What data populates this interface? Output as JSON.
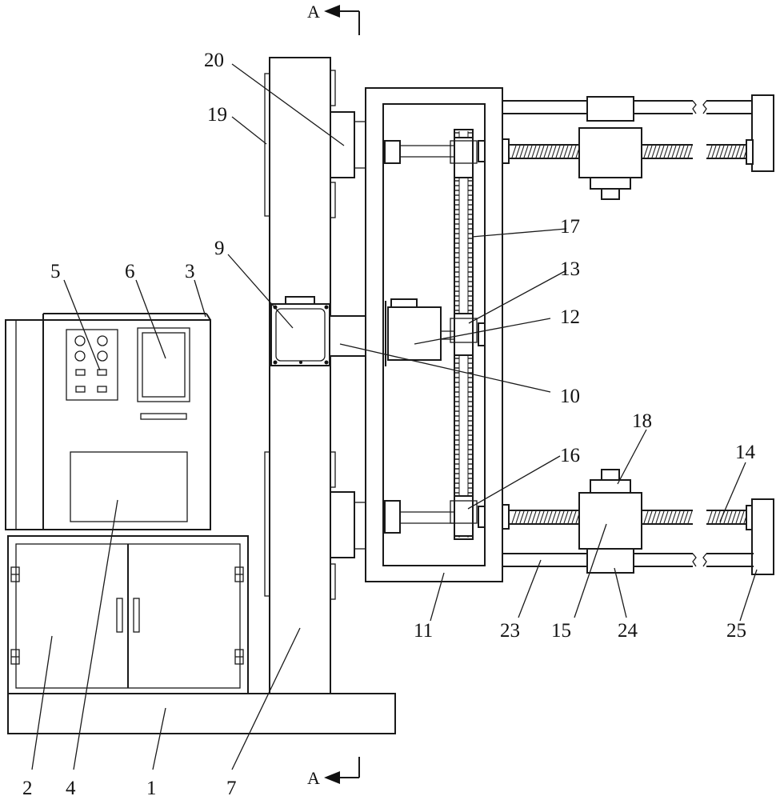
{
  "section_marks": {
    "top": "A",
    "bottom": "A"
  },
  "labels": {
    "l1": "1",
    "l2": "2",
    "l3": "3",
    "l4": "4",
    "l5": "5",
    "l6": "6",
    "l7": "7",
    "l9": "9",
    "l10": "10",
    "l11": "11",
    "l12": "12",
    "l13": "13",
    "l14": "14",
    "l15": "15",
    "l16": "16",
    "l17": "17",
    "l18": "18",
    "l19": "19",
    "l20": "20",
    "l23": "23",
    "l24": "24",
    "l25": "25"
  }
}
